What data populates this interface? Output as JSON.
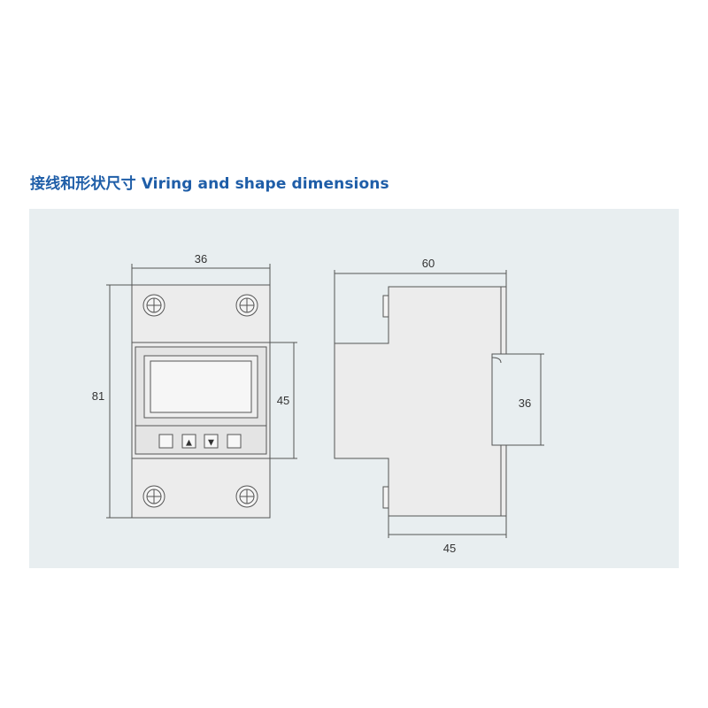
{
  "title": "接线和形状尺寸 Viring and shape dimensions",
  "colors": {
    "title": "#1f5ea8",
    "panel": "#e8eef0",
    "line": "#555555",
    "body": "#eeeeee"
  },
  "front_view": {
    "width_label": "36",
    "height_label": "81",
    "window_label": "45",
    "buttons": [
      {
        "name": "blank-button-left",
        "icon": ""
      },
      {
        "name": "up-button",
        "icon": "▲"
      },
      {
        "name": "down-button",
        "icon": "▼"
      },
      {
        "name": "blank-button-right",
        "icon": ""
      }
    ]
  },
  "side_view": {
    "depth_label": "60",
    "mount_label": "36",
    "base_label": "45"
  }
}
